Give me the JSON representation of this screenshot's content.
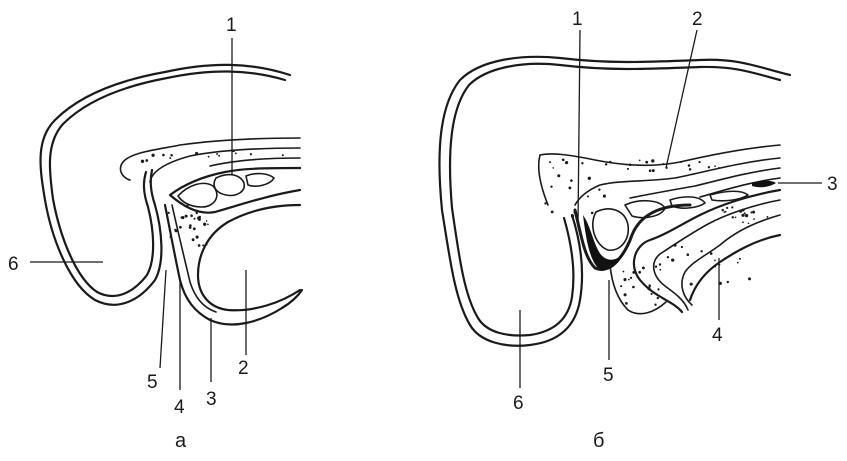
{
  "panels": [
    {
      "caption": "а",
      "labels": [
        "1",
        "2",
        "3",
        "4",
        "5",
        "6"
      ]
    },
    {
      "caption": "б",
      "labels": [
        "1",
        "2",
        "3",
        "4",
        "5",
        "6"
      ]
    }
  ]
}
